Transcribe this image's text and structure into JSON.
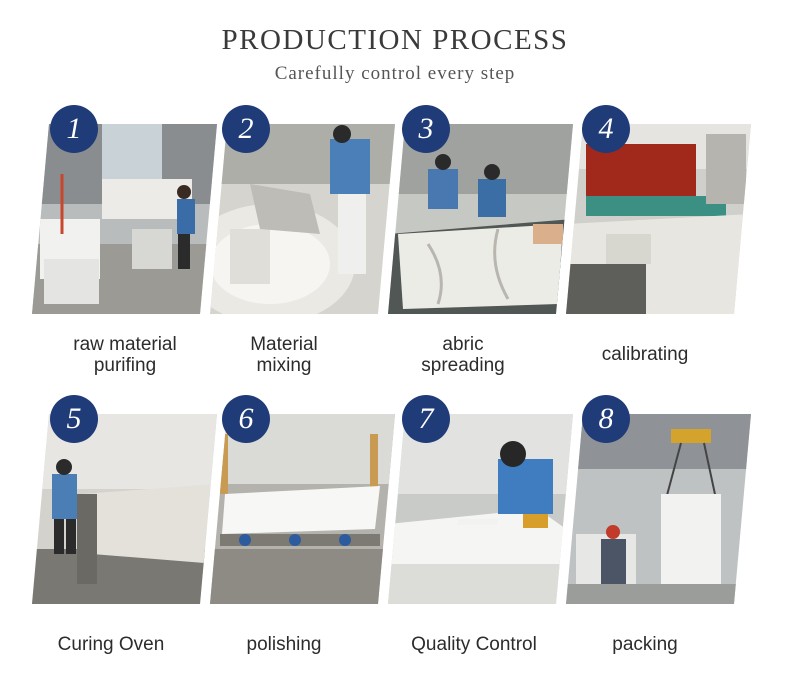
{
  "header": {
    "title": "PRODUCTION  PROCESS",
    "subtitle": "Carefully control every step"
  },
  "steps": [
    {
      "number": "1",
      "line1": "raw material",
      "line2": "purifing"
    },
    {
      "number": "2",
      "line1": "Material",
      "line2": "mixing"
    },
    {
      "number": "3",
      "line1": "abric",
      "line2": "spreading"
    },
    {
      "number": "4",
      "line1": "calibrating",
      "line2": ""
    },
    {
      "number": "5",
      "line1": "Curing Oven",
      "line2": ""
    },
    {
      "number": "6",
      "line1": "polishing",
      "line2": ""
    },
    {
      "number": "7",
      "line1": "Quality Control",
      "line2": ""
    },
    {
      "number": "8",
      "line1": "packing",
      "line2": ""
    }
  ],
  "colors": {
    "badge": "#1f3b78",
    "title": "#3a3a3a"
  },
  "photos": [
    "raw-material-photo",
    "material-mixing-photo",
    "fabric-spreading-photo",
    "calibrating-photo",
    "curing-oven-photo",
    "polishing-photo",
    "quality-control-photo",
    "packing-photo"
  ]
}
